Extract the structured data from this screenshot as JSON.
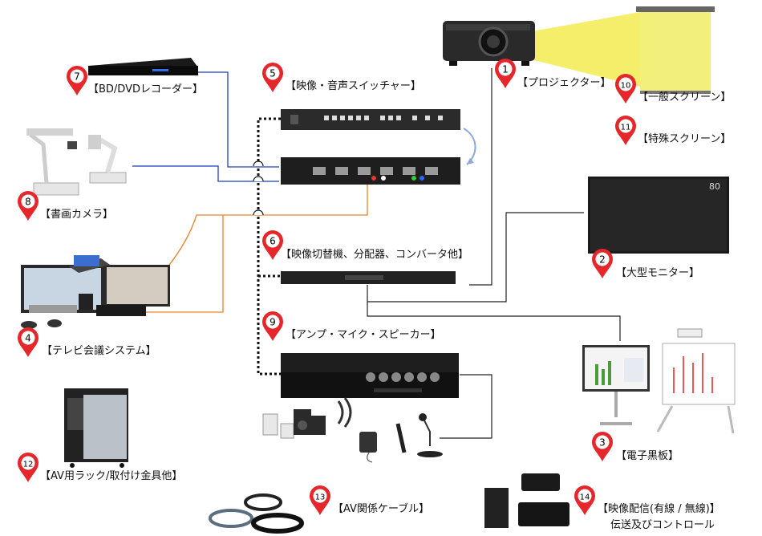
{
  "items": [
    {
      "num": "1",
      "label": "【プロジェクター】"
    },
    {
      "num": "2",
      "label": "【大型モニター】"
    },
    {
      "num": "3",
      "label": "【電子黒板】"
    },
    {
      "num": "4",
      "label": "【テレビ会議システム】"
    },
    {
      "num": "5",
      "label": "【映像・音声スイッチャー】"
    },
    {
      "num": "6",
      "label": "【映像切替機、分配器、コンバータ他】"
    },
    {
      "num": "7",
      "label": "【BD/DVDレコーダー】"
    },
    {
      "num": "8",
      "label": "【書画カメラ】"
    },
    {
      "num": "9",
      "label": "【アンプ・マイク・スピーカー】"
    },
    {
      "num": "10",
      "label": "【一般スクリーン】"
    },
    {
      "num": "11",
      "label": "【特殊スクリーン】"
    },
    {
      "num": "12",
      "label": "【AV用ラック/取付け金具他】"
    },
    {
      "num": "13",
      "label": "【AV関係ケーブル】"
    },
    {
      "num": "14",
      "label": "【映像配信(有線 / 無線)】",
      "label2": "伝送及びコントロール"
    }
  ],
  "monitor_badge": "80",
  "colors": {
    "pin": "#e5262b",
    "blue": "#1f3fbf",
    "orange": "#e8822c",
    "black": "#111111"
  }
}
